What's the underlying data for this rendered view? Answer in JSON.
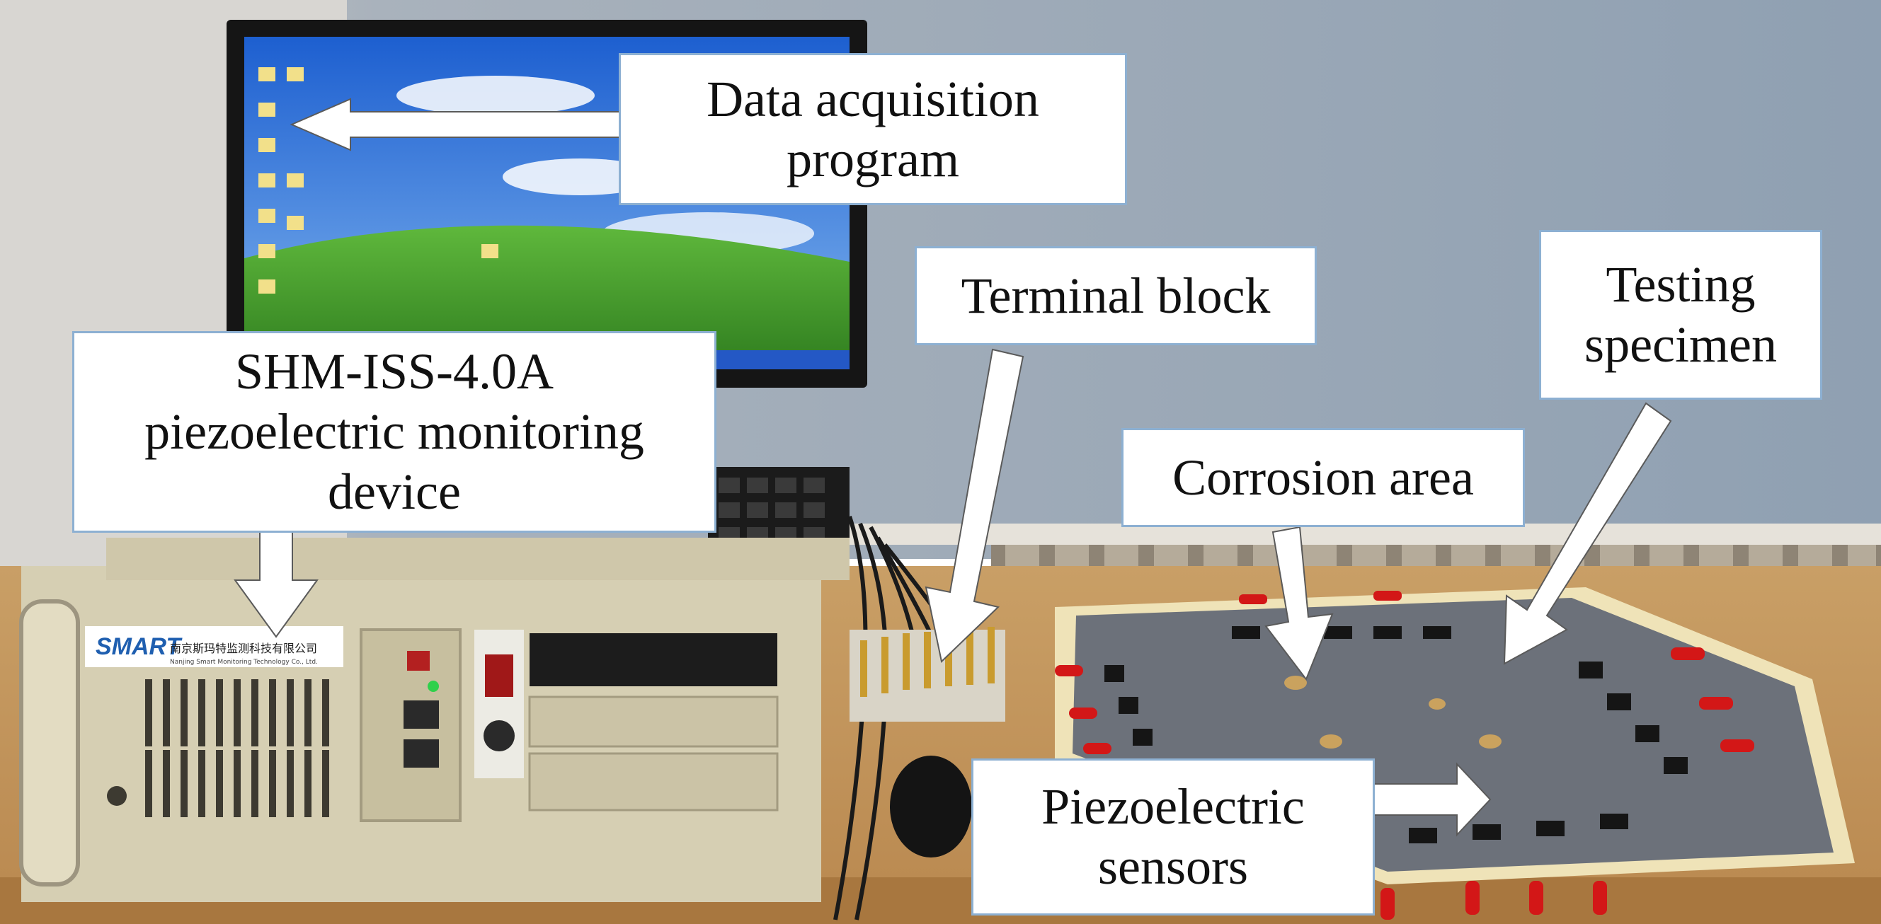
{
  "photo": {
    "device_brand": "SMART",
    "device_company_cn": "南京斯玛特监测科技有限公司",
    "device_company_en": "Nanjing Smart Monitoring Technology Co., Ltd."
  },
  "labels": {
    "data_acquisition": [
      "Data acquisition",
      "program"
    ],
    "terminal_block": [
      "Terminal block"
    ],
    "testing_specimen": [
      "Testing",
      "specimen"
    ],
    "device": [
      "SHM-ISS-4.0A",
      "piezoelectric monitoring",
      "device"
    ],
    "corrosion_area": [
      "Corrosion area"
    ],
    "piezoelectric_sensors": [
      "Piezoelectric",
      "sensors"
    ]
  },
  "colors": {
    "label_border": "#8db0d2",
    "arrow_fill": "#ffffff",
    "wall": "#9aa8b6",
    "desk": "#c8a270",
    "specimen": "#6c717a"
  }
}
